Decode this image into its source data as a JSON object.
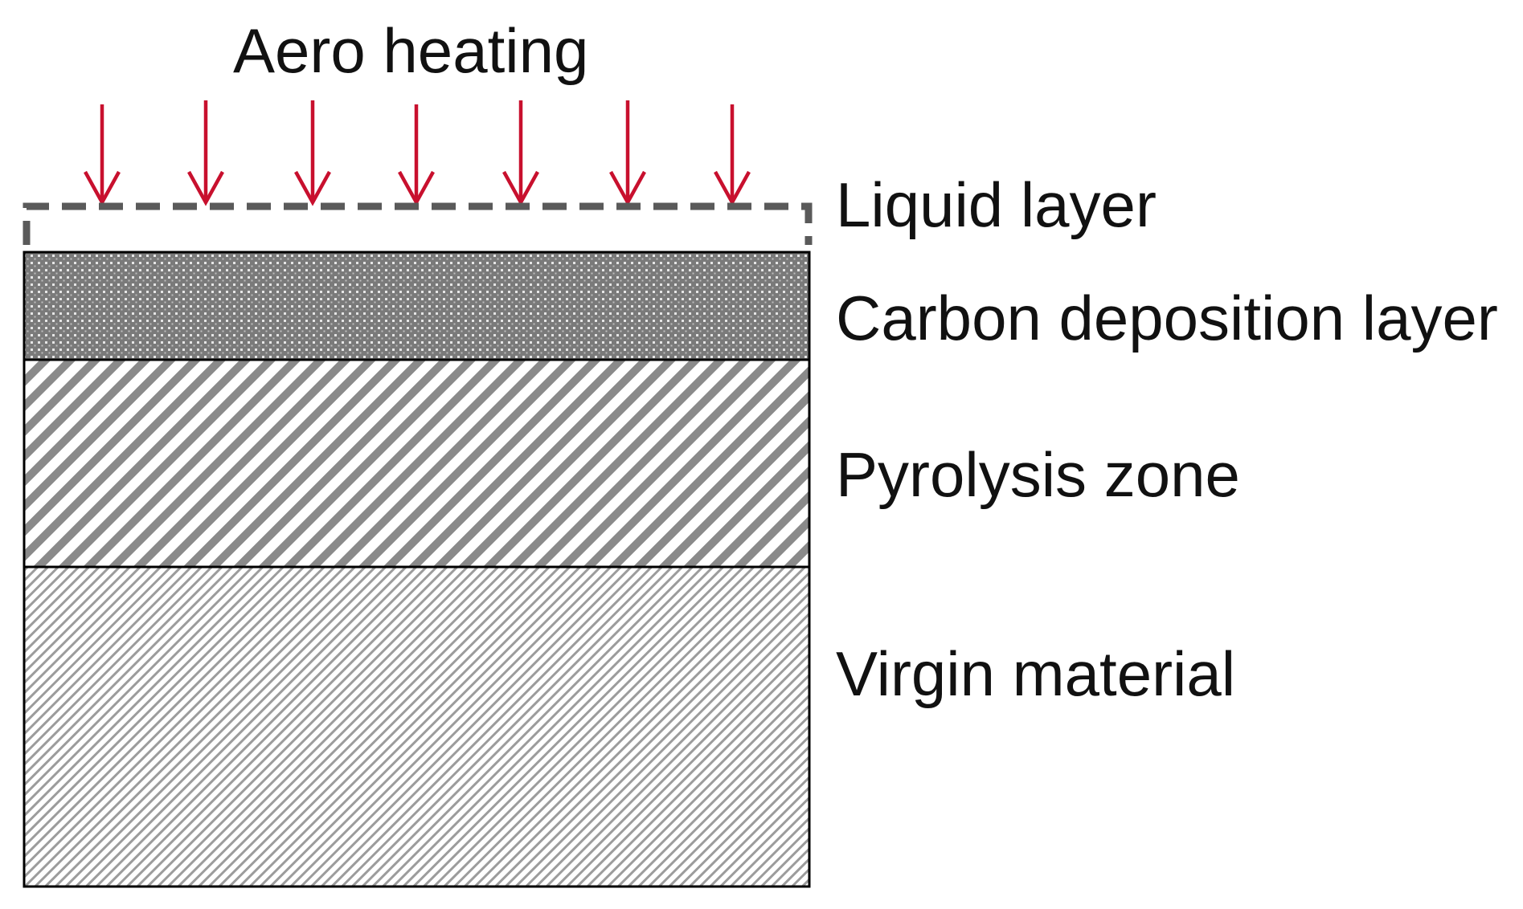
{
  "diagram": {
    "heating_label": "Aero heating",
    "layers": {
      "liquid": "Liquid layer",
      "carbon": "Carbon deposition layer",
      "pyrolysis": "Pyrolysis zone",
      "virgin": "Virgin material"
    },
    "colors": {
      "arrow": "#c8102e",
      "dashed_outline": "#5a5a5a",
      "carbon_fill": "#7a7a7a",
      "pyrolysis_stripe": "#8a8a8a",
      "virgin_stripe": "#a0a0a0",
      "border": "#000000"
    },
    "arrow_count": 7
  }
}
